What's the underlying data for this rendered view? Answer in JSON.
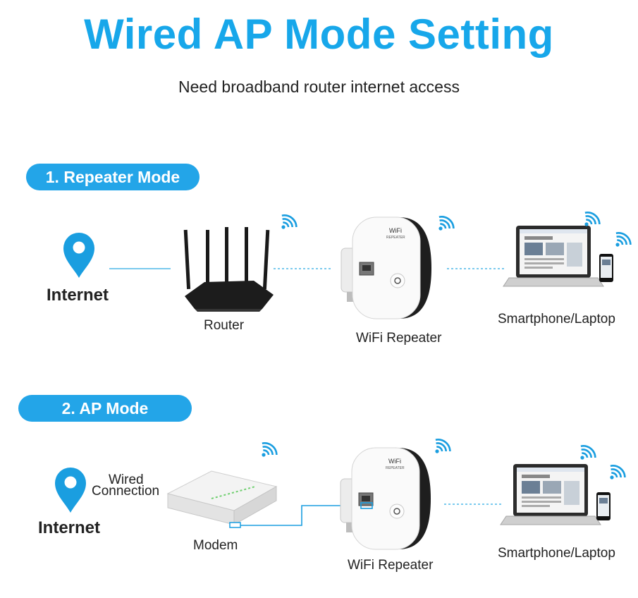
{
  "title": "Wired AP Mode Setting",
  "subtitle": "Need broadband router internet access",
  "colors": {
    "accent": "#17a7ea",
    "pill": "#23a5e8",
    "line": "#4fb8e8"
  },
  "sections": [
    {
      "badge": "1. Repeater Mode",
      "internet_label": "Internet",
      "device_label": "Router",
      "repeater_label": "WiFi Repeater",
      "client_label": "Smartphone/Laptop"
    },
    {
      "badge": "2. AP Mode",
      "internet_label": "Internet",
      "connection_label_line1": "Wired",
      "connection_label_line2": "Connection",
      "device_label": "Modem",
      "repeater_label": "WiFi Repeater",
      "client_label": "Smartphone/Laptop"
    }
  ],
  "icons": [
    "location-pin-icon",
    "router-icon",
    "wifi-icon",
    "wifi-repeater-icon",
    "laptop-icon",
    "smartphone-icon",
    "modem-icon"
  ]
}
